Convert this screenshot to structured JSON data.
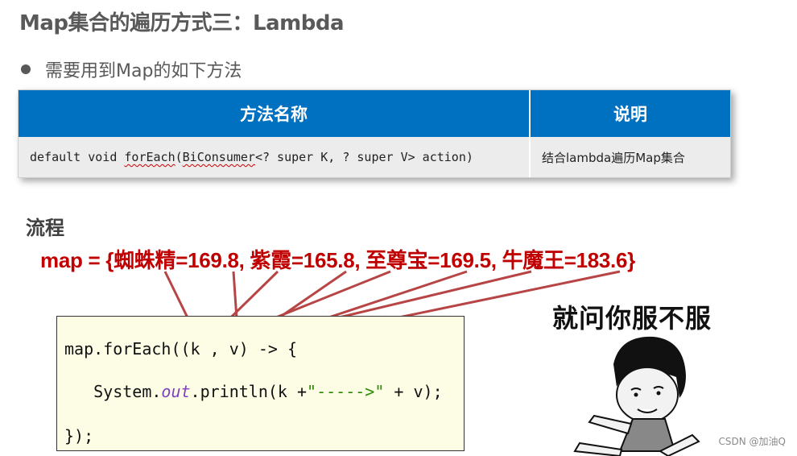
{
  "slide": {
    "title": "Map集合的遍历方式三：Lambda",
    "bullet": "需要用到Map的如下方法"
  },
  "table": {
    "headers": [
      "方法名称",
      "说明"
    ],
    "row": {
      "method_prefix": "default void ",
      "method_forEach": "forEach",
      "method_paren": "(",
      "method_BiConsumer": "BiConsumer",
      "method_rest": "<? super K, ? super V> action)",
      "description": "结合lambda遍历Map集合"
    }
  },
  "flow": {
    "heading": "流程",
    "map_text": "map = {蜘蛛精=169.8, 紫霞=165.8, 至尊宝=169.5, 牛魔王=183.6}"
  },
  "code": {
    "line1": "map.forEach((k , v) -> {",
    "line2_pre": "   System.",
    "line2_out": "out",
    "line2_mid": ".println(k +",
    "line2_str": "\"----->\"",
    "line2_post": " + v);",
    "line3": "});"
  },
  "meme": {
    "caption": "就问你服不服"
  },
  "watermark": "CSDN @加油Q",
  "colors": {
    "header_blue": "#0070c0",
    "map_red": "#c00000",
    "arrow_red": "#b84545",
    "code_bg": "#fdfde6"
  }
}
